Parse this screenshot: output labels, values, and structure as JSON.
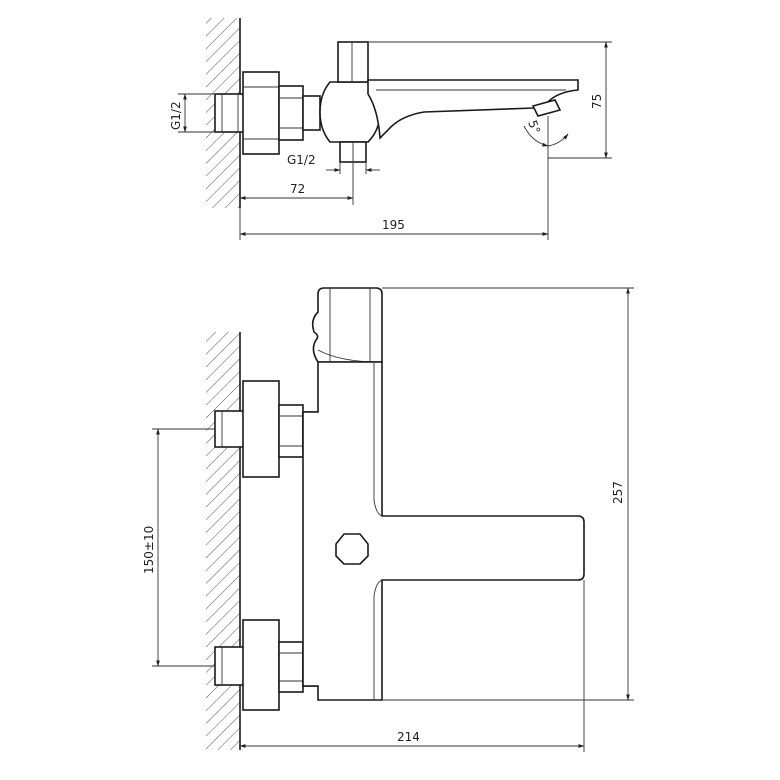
{
  "diagram": {
    "top_view": {
      "thread_left_label": "G1/2",
      "thread_bottom_label": "G1/2",
      "height_dim": "75",
      "offset_dim": "72",
      "projection_dim": "195",
      "angle_label": "5°"
    },
    "front_view": {
      "height_dim": "257",
      "centers_dim": "150±10",
      "width_dim": "214"
    }
  }
}
